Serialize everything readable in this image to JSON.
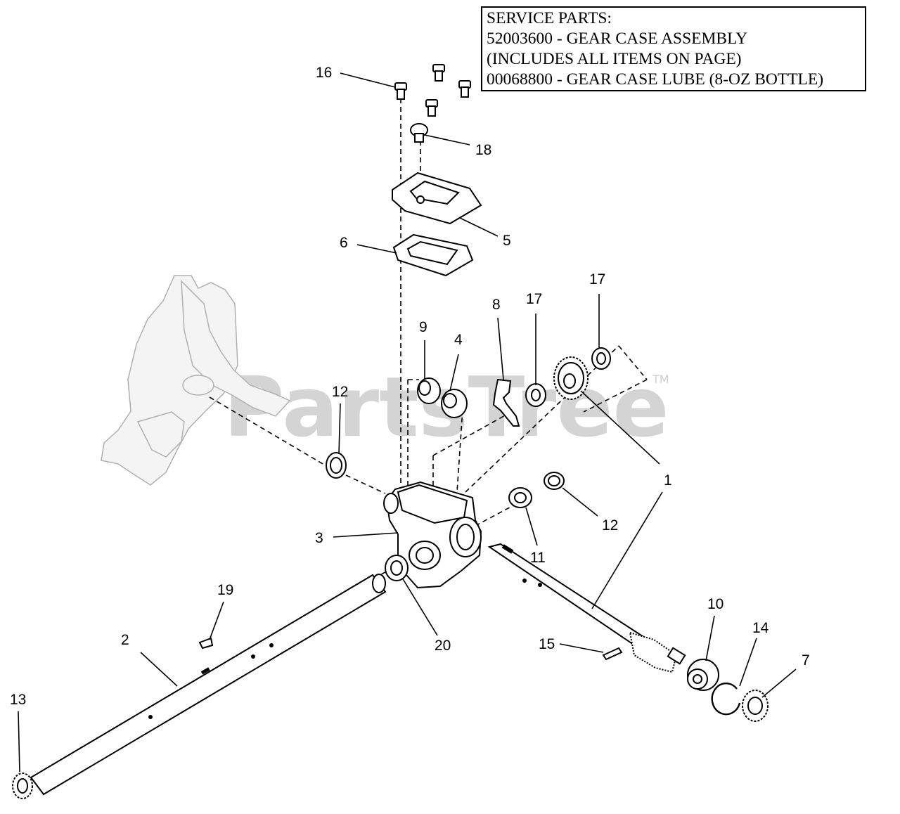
{
  "service_parts": {
    "line1": "SERVICE PARTS:",
    "line2": "52003600 - GEAR CASE ASSEMBLY",
    "line3": "(INCLUDES ALL ITEMS ON PAGE)",
    "line4": "00068800 - GEAR CASE LUBE (8-OZ BOTTLE)"
  },
  "watermark": {
    "text": "PartsTree",
    "tm": "TM"
  },
  "callouts": {
    "c1": "1",
    "c2": "2",
    "c3": "3",
    "c4": "4",
    "c5": "5",
    "c6": "6",
    "c7": "7",
    "c8": "8",
    "c9": "9",
    "c10": "10",
    "c11": "11",
    "c12a": "12",
    "c12b": "12",
    "c13": "13",
    "c14": "14",
    "c15": "15",
    "c16": "16",
    "c17a": "17",
    "c17b": "17",
    "c18": "18",
    "c19": "19",
    "c20": "20"
  },
  "colors": {
    "line": "#000000",
    "ghost_part": "#b0b0b0",
    "watermark": "#d4d4d4",
    "background": "#ffffff"
  }
}
